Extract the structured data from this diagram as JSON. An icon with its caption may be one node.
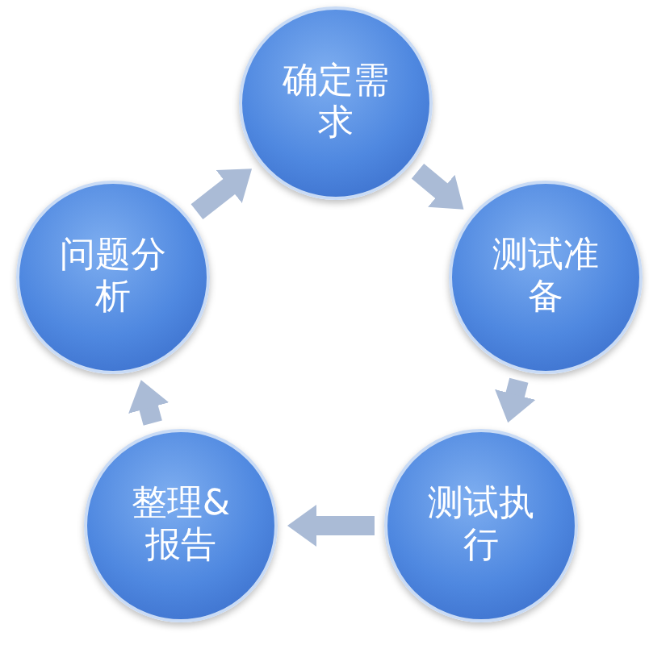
{
  "diagram": {
    "nodes": [
      {
        "text": [
          "确定需求"
        ]
      },
      {
        "text": [
          "测试准备"
        ]
      },
      {
        "text": [
          "测试执行"
        ]
      },
      {
        "text": [
          "整理&报告"
        ]
      },
      {
        "text": [
          "问题分析"
        ]
      }
    ],
    "edges": [
      {
        "from": 0,
        "to": 1,
        "arrow": "to"
      },
      {
        "from": 1,
        "to": 2,
        "arrow": "to"
      },
      {
        "from": 2,
        "to": 3,
        "arrow": "to"
      },
      {
        "from": 3,
        "to": 4,
        "arrow": "to"
      },
      {
        "from": 4,
        "to": 0,
        "arrow": "to"
      }
    ]
  }
}
